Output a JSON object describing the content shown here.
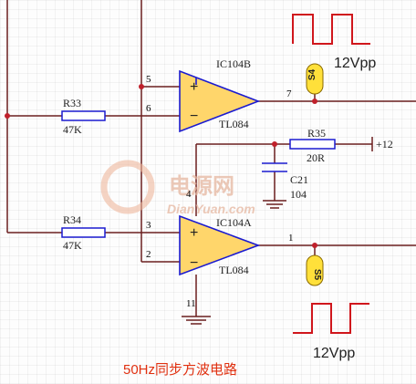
{
  "opamps": {
    "top": {
      "name": "IC104B",
      "part": "TL084",
      "in_plus": "5",
      "in_minus": "6",
      "out": "7",
      "plus_sign": "+",
      "minus_sign": "−"
    },
    "bottom": {
      "name": "IC104A",
      "part": "TL084",
      "in_plus": "3",
      "in_minus": "2",
      "out": "1",
      "power_top": "4",
      "power_bottom": "11",
      "plus_sign": "+",
      "minus_sign": "−"
    }
  },
  "resistors": {
    "r33": {
      "ref": "R33",
      "value": "47K"
    },
    "r34": {
      "ref": "R34",
      "value": "47K"
    },
    "r35": {
      "ref": "R35",
      "value": "20R"
    }
  },
  "capacitor": {
    "ref": "C21",
    "value": "104"
  },
  "supply": {
    "label": "+12"
  },
  "test_points": {
    "s4": "S4",
    "s5": "S5"
  },
  "outputs": {
    "top_amplitude": "12Vpp",
    "bottom_amplitude": "12Vpp"
  },
  "watermark": {
    "cn": "电源网",
    "en": "DianYuan.com"
  },
  "caption": "50Hz同步方波电路",
  "colors": {
    "wire": "#6b1f1f",
    "symbol": "#1b1bd0",
    "amp_fill": "#ffd66b",
    "wave": "#d0161c",
    "junction": "#c0202b",
    "caption": "#e03010"
  }
}
